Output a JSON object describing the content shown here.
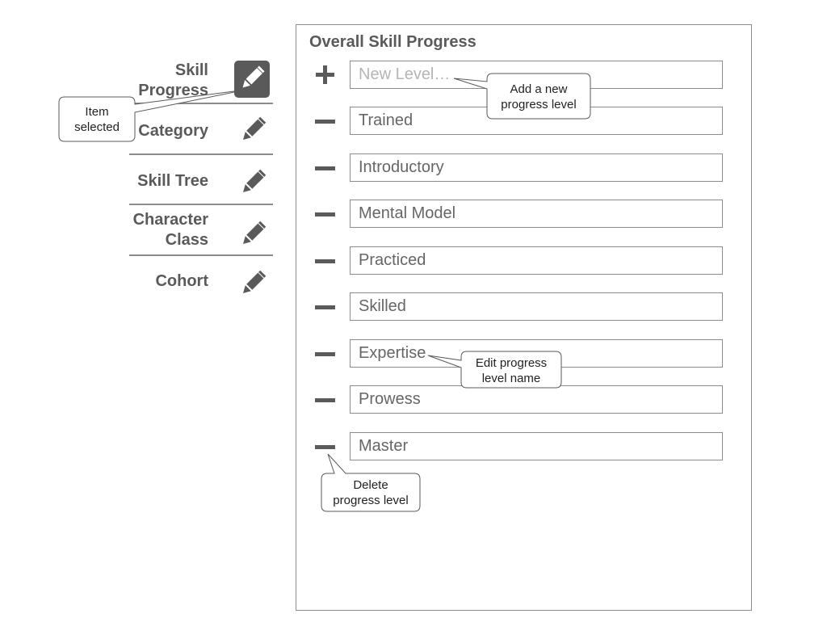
{
  "sidebar": {
    "items": [
      {
        "label": "Skill\nProgress",
        "icon": "pencil-icon",
        "selected": true
      },
      {
        "label": "Category",
        "icon": "pencil-icon",
        "selected": false
      },
      {
        "label": "Skill Tree",
        "icon": "pencil-icon",
        "selected": false
      },
      {
        "label": "Character\nClass",
        "icon": "pencil-icon",
        "selected": false
      },
      {
        "label": "Cohort",
        "icon": "pencil-icon",
        "selected": false
      }
    ]
  },
  "panel": {
    "title": "Overall Skill Progress",
    "new_level": {
      "placeholder": "New Level…",
      "value": "",
      "icon": "plus-icon"
    },
    "levels": [
      {
        "value": "Trained",
        "icon": "minus-icon"
      },
      {
        "value": "Introductory",
        "icon": "minus-icon"
      },
      {
        "value": "Mental Model",
        "icon": "minus-icon"
      },
      {
        "value": "Practiced",
        "icon": "minus-icon"
      },
      {
        "value": "Skilled",
        "icon": "minus-icon"
      },
      {
        "value": "Expertise",
        "icon": "minus-icon"
      },
      {
        "value": "Prowess",
        "icon": "minus-icon"
      },
      {
        "value": "Master",
        "icon": "minus-icon"
      }
    ]
  },
  "callouts": {
    "item_selected": "Item\nselected",
    "add_level": "Add a new\nprogress level",
    "edit_level": "Edit progress\nlevel name",
    "delete_level": "Delete\nprogress level"
  },
  "colors": {
    "ink": "#5a5a5a",
    "border": "#8c8c8c",
    "placeholder": "#b5b5b5"
  }
}
